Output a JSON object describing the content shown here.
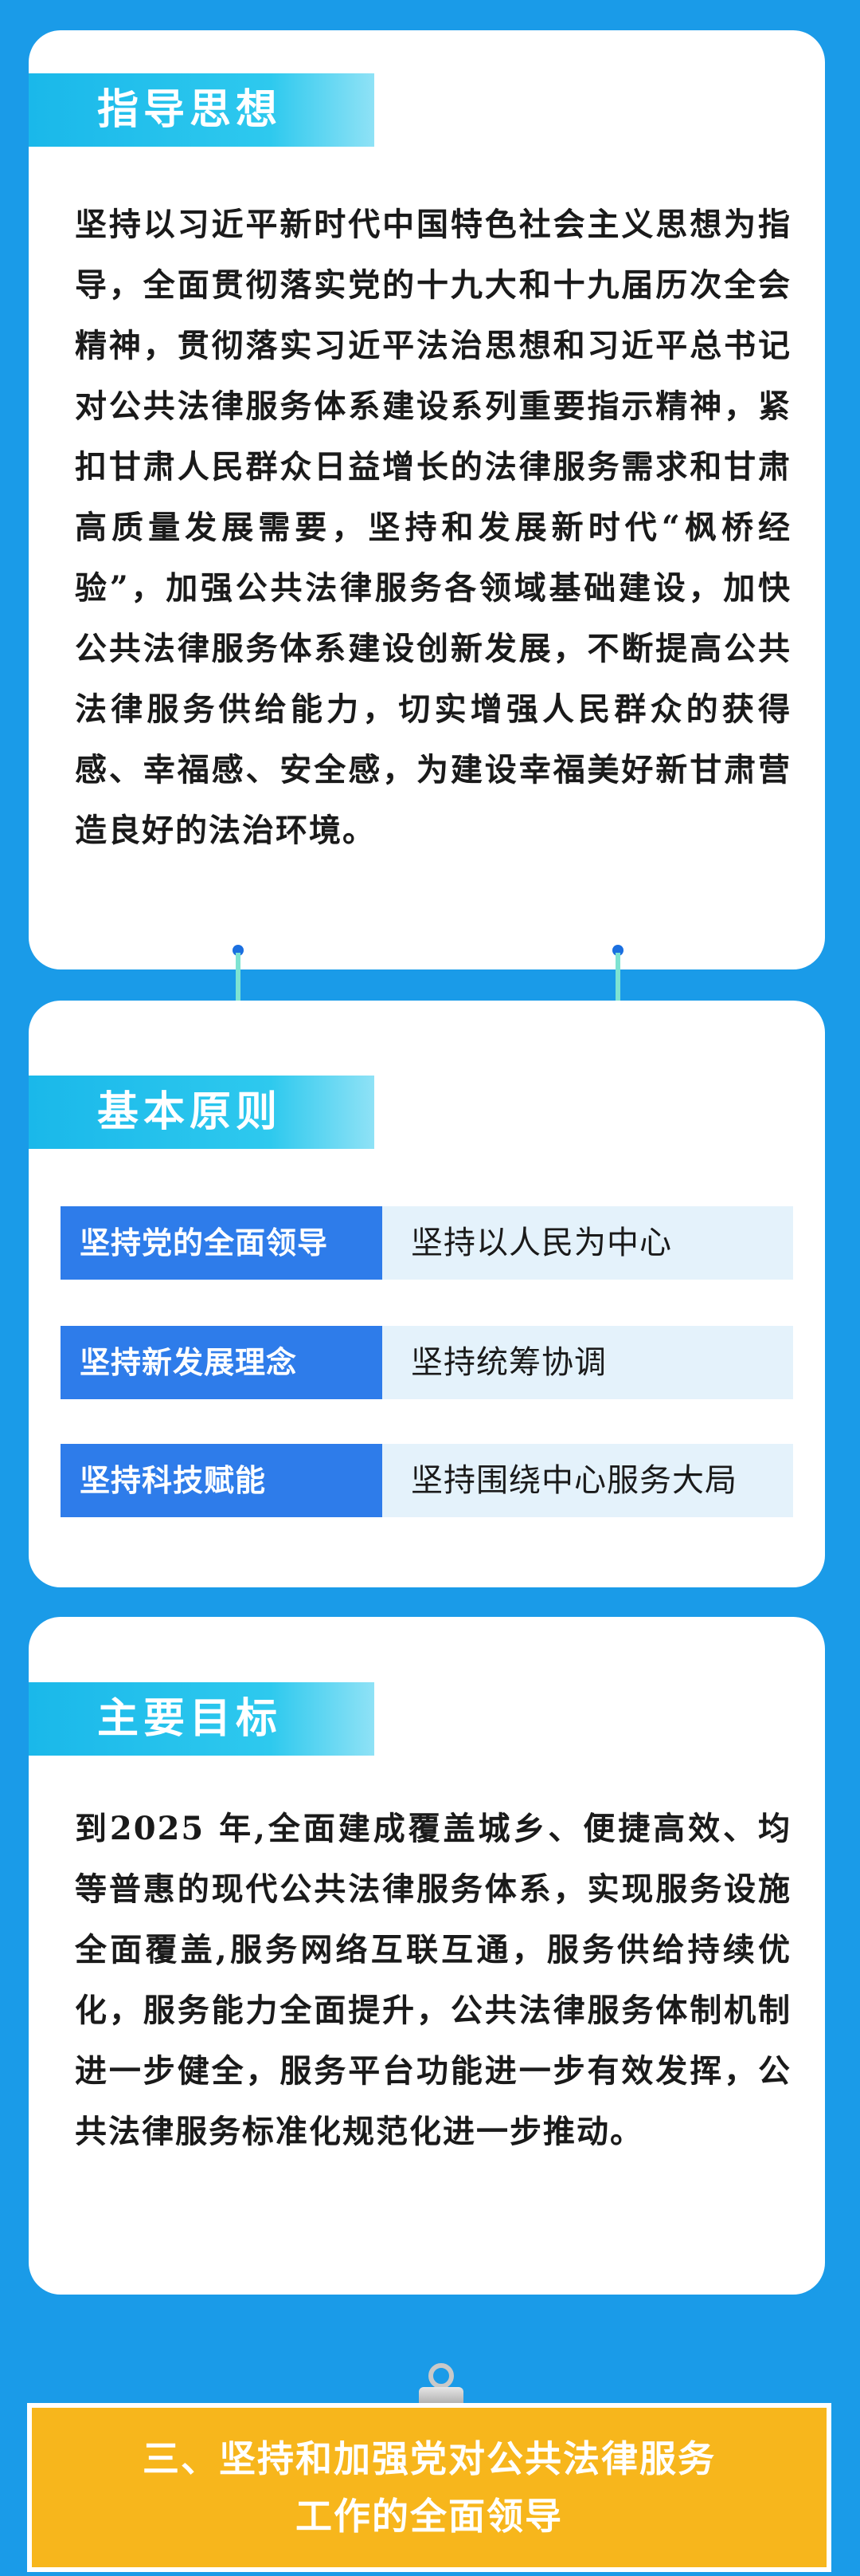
{
  "guiding_thought": {
    "title": "指导思想",
    "body": "坚持以习近平新时代中国特色社会主义思想为指导，全面贯彻落实党的十九大和十九届历次全会精神，贯彻落实习近平法治思想和习近平总书记对公共法律服务体系建设系列重要指示精神，紧扣甘肃人民群众日益增长的法律服务需求和甘肃高质量发展需要，坚持和发展新时代“枫桥经验”，加强公共法律服务各领域基础建设，加快公共法律服务体系建设创新发展，不断提高公共法律服务供给能力，切实增强人民群众的获得感、幸福感、安全感，为建设幸福美好新甘肃营造良好的法治环境。"
  },
  "basic_principles": {
    "title": "基本原则",
    "rows": [
      {
        "left": "坚持党的全面领导",
        "right": "坚持以人民为中心"
      },
      {
        "left": "坚持新发展理念",
        "right": "坚持统筹协调"
      },
      {
        "left": "坚持科技赋能",
        "right": "坚持围绕中心服务大局"
      }
    ]
  },
  "main_goals": {
    "title": "主要目标",
    "body": "到2025 年,全面建成覆盖城乡、便捷高效、均等普惠的现代公共法律服务体系，实现服务设施全面覆盖,服务网络互联互通，服务供给持续优化，服务能力全面提升，公共法律服务体制机制进一步健全，服务平台功能进一步有效发挥，公共法律服务标准化规范化进一步推动。"
  },
  "section_banner": {
    "line1": "三、坚持和加强党对公共法律服务",
    "line2": "工作的全面领导"
  },
  "colors": {
    "background": "#1a9be8",
    "header_cyan": "#1ab8ea",
    "principle_blue": "#2e7cea",
    "principle_light": "#e4f2fb",
    "banner_orange": "#f7b61c"
  }
}
